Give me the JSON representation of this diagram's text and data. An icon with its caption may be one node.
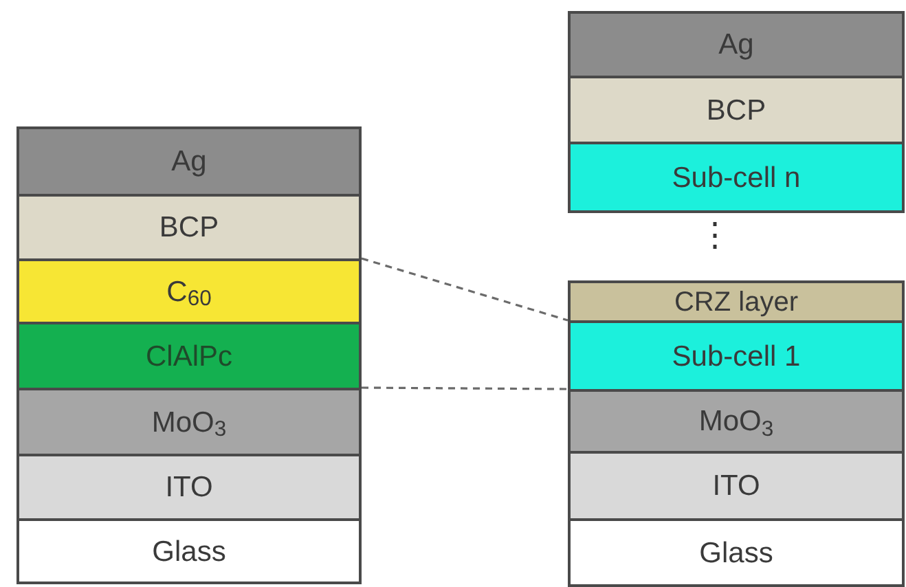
{
  "diagram": {
    "nodes": [
      {
        "text": [
          "Ag"
        ]
      },
      {
        "text": [
          "BCP"
        ]
      },
      {
        "text": [
          "C$_{60}$"
        ]
      },
      {
        "text": [
          "ClAlPc"
        ]
      },
      {
        "text": [
          "MoO$_{3}$"
        ]
      },
      {
        "text": [
          "ITO"
        ]
      },
      {
        "text": [
          "Glass"
        ]
      },
      {
        "text": [
          "Ag"
        ]
      },
      {
        "text": [
          "BCP"
        ]
      },
      {
        "text": [
          "Sub-cell n"
        ]
      },
      {
        "text": [
          "CRZ layer"
        ]
      },
      {
        "text": [
          "Sub-cell 1"
        ]
      },
      {
        "text": [
          "MoO$_{3}$"
        ]
      },
      {
        "text": [
          "ITO"
        ]
      },
      {
        "text": [
          "Glass"
        ]
      }
    ],
    "edges": [
      {
        "from": 2,
        "to": 11,
        "arrow": "none",
        "style": "dashed"
      },
      {
        "from": 3,
        "to": 11,
        "arrow": "none",
        "style": "dashed"
      }
    ],
    "labels": [
      "⋮"
    ]
  }
}
